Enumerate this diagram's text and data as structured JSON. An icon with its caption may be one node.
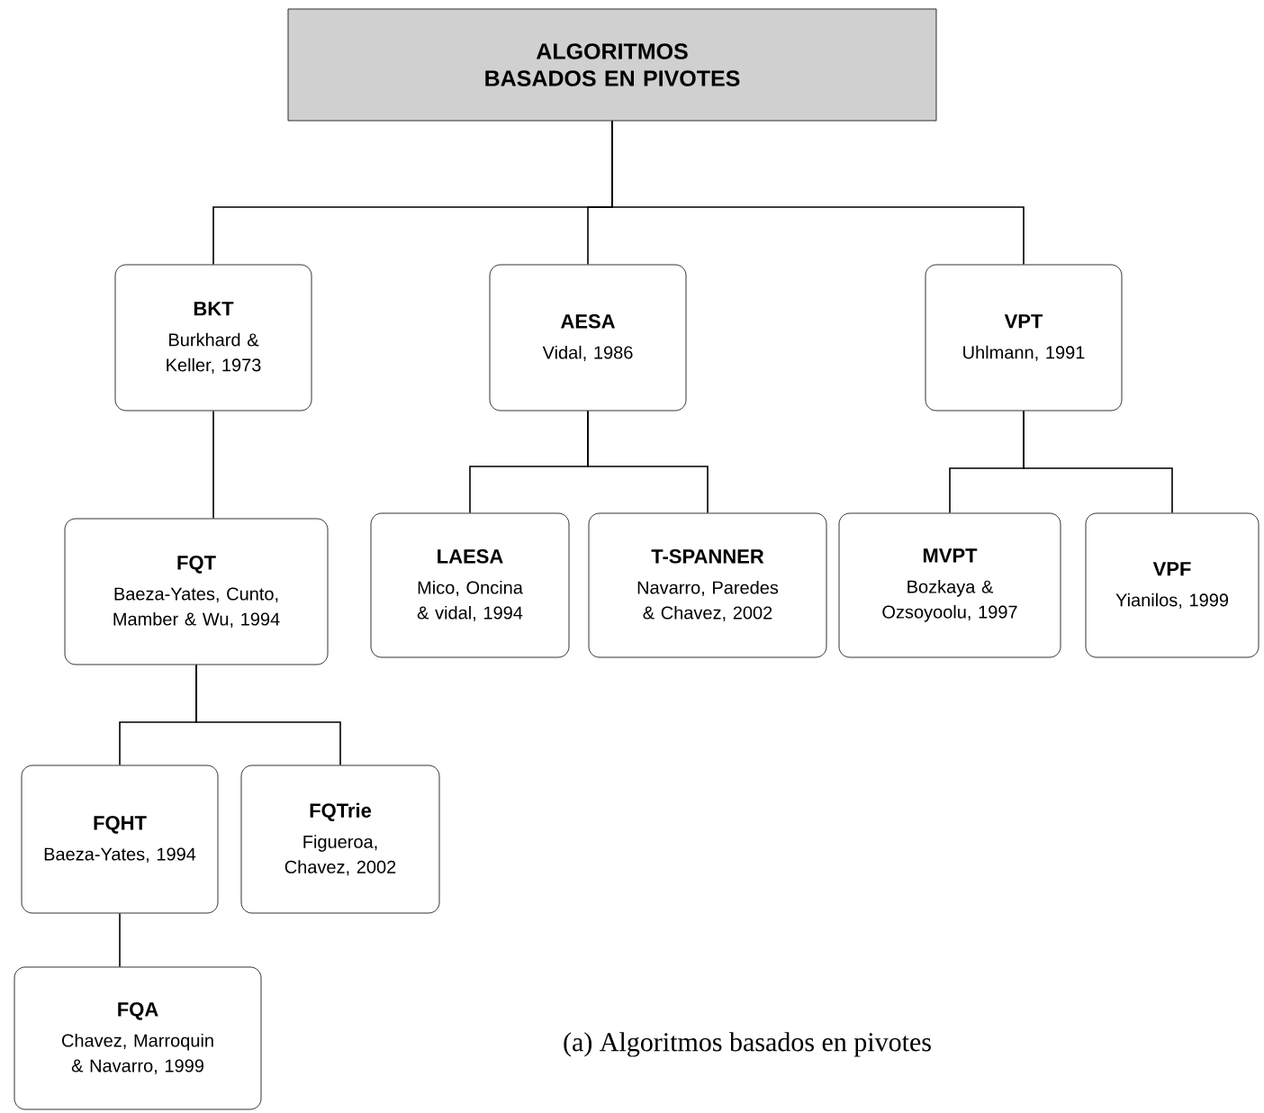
{
  "diagram": {
    "caption": "(a) Algoritmos basados en pivotes",
    "nodes": [
      {
        "text": [
          "ALGORITMOS BASADOS EN PIVOTES"
        ]
      },
      {
        "text": [
          "BKT",
          "Burkhard & Keller, 1973"
        ]
      },
      {
        "text": [
          "AESA",
          "Vidal, 1986"
        ]
      },
      {
        "text": [
          "VPT",
          "Uhlmann, 1991"
        ]
      },
      {
        "text": [
          "FQT",
          "Baeza-Yates, Cunto, Mamber & Wu, 1994"
        ]
      },
      {
        "text": [
          "LAESA",
          "Mico, Oncina & vidal, 1994"
        ]
      },
      {
        "text": [
          "T-SPANNER",
          "Navarro, Paredes & Chavez, 2002"
        ]
      },
      {
        "text": [
          "MVPT",
          "Bozkaya & Ozsoyoolu, 1997"
        ]
      },
      {
        "text": [
          "VPF",
          "Yianilos, 1999"
        ]
      },
      {
        "text": [
          "FQHT",
          "Baeza-Yates, 1994"
        ]
      },
      {
        "text": [
          "FQTrie",
          "Figueroa, Chavez, 2002"
        ]
      },
      {
        "text": [
          "FQA",
          "Chavez, Marroquin & Navarro, 1999"
        ]
      }
    ],
    "edges": [
      {
        "from": 0,
        "to": 1,
        "arrow": "none"
      },
      {
        "from": 0,
        "to": 2,
        "arrow": "none"
      },
      {
        "from": 0,
        "to": 3,
        "arrow": "none"
      },
      {
        "from": 1,
        "to": 4,
        "arrow": "none"
      },
      {
        "from": 2,
        "to": 5,
        "arrow": "none"
      },
      {
        "from": 2,
        "to": 6,
        "arrow": "none"
      },
      {
        "from": 3,
        "to": 7,
        "arrow": "none"
      },
      {
        "from": 3,
        "to": 8,
        "arrow": "none"
      },
      {
        "from": 4,
        "to": 9,
        "arrow": "none"
      },
      {
        "from": 4,
        "to": 10,
        "arrow": "none"
      },
      {
        "from": 9,
        "to": 11,
        "arrow": "none"
      }
    ]
  }
}
